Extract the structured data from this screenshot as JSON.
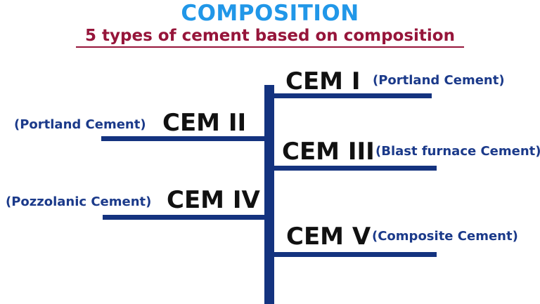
{
  "heading": {
    "title": "COMPOSITION",
    "subtitle": "5 types of cement based on composition"
  },
  "types": [
    {
      "code": "CEM I",
      "name": "(Portland Cement)"
    },
    {
      "code": "CEM II",
      "name": "(Portland Cement)"
    },
    {
      "code": "CEM III",
      "name": "(Blast furnace Cement)"
    },
    {
      "code": "CEM IV",
      "name": "(Pozzolanic Cement)"
    },
    {
      "code": "CEM V",
      "name": "(Composite Cement)"
    }
  ],
  "colors": {
    "title": "#2197e8",
    "subtitle": "#96153a",
    "lines": "#14337f",
    "type_name": "#1b3a8a",
    "type_code": "#111111"
  }
}
